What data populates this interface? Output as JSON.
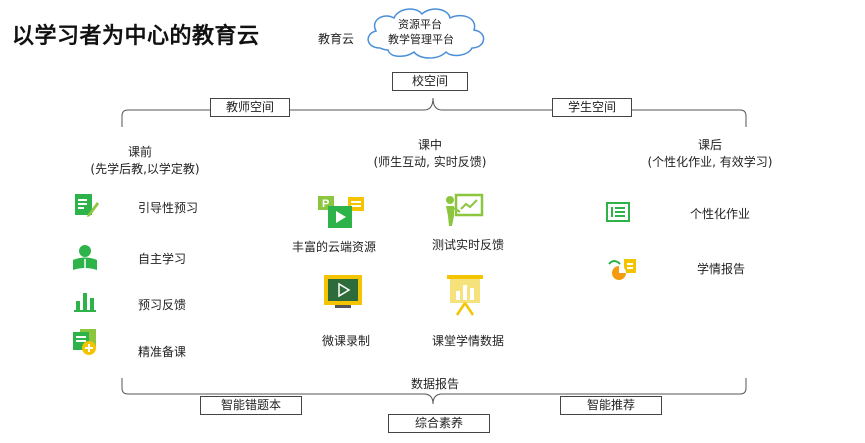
{
  "title": "以学习者为中心的教育云",
  "cloud": {
    "left_label": "教育云",
    "line1": "资源平台",
    "line2": "教学管理平台"
  },
  "campus_space": "校空间",
  "teacher_space": "教师空间",
  "student_space": "学生空间",
  "columns": {
    "before": {
      "heading": "课前",
      "sub": "(先学后教,以学定教)"
    },
    "during": {
      "heading": "课中",
      "sub": "(师生互动, 实时反馈)"
    },
    "after": {
      "heading": "课后",
      "sub": "(个性化作业, 有效学习)"
    }
  },
  "before_items": [
    "引导性预习",
    "自主学习",
    "预习反馈",
    "精准备课"
  ],
  "during_items": [
    "丰富的云端资源",
    "测试实时反馈",
    "微课录制",
    "课堂学情数据"
  ],
  "after_items": [
    "个性化作业",
    "学情报告"
  ],
  "bottom": {
    "data_report": "数据报告",
    "wrong_book": "智能错题本",
    "recommend": "智能推荐",
    "quality": "综合素养"
  },
  "colors": {
    "green": "#2db34a",
    "lime": "#8cc63f",
    "yellow": "#f5c400",
    "orange": "#f39c12",
    "dark": "#333333"
  }
}
